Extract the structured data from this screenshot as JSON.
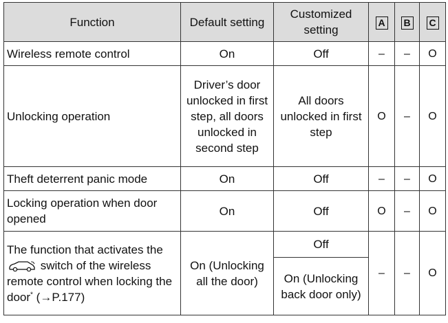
{
  "headers": {
    "function": "Function",
    "default": "Default setting",
    "customized": "Customized setting",
    "a": "A",
    "b": "B",
    "c": "C"
  },
  "rows": [
    {
      "function": "Wireless remote control",
      "default": "On",
      "customized": "Off",
      "a": "–",
      "b": "–",
      "c": "O"
    },
    {
      "function": "Unlocking operation",
      "default": "Driver’s door unlocked in first step, all doors unlocked in second step",
      "customized": "All doors unlocked in first step",
      "a": "O",
      "b": "–",
      "c": "O"
    },
    {
      "function": "Theft deterrent panic mode",
      "default": "On",
      "customized": "Off",
      "a": "–",
      "b": "–",
      "c": "O"
    },
    {
      "function": "Locking operation when door opened",
      "default": "On",
      "customized": "Off",
      "a": "O",
      "b": "–",
      "c": "O"
    }
  ],
  "last_row": {
    "function_pre": "The function that activates the",
    "function_post": "switch of the wireless remote control when locking the door",
    "asterisk": "*",
    "page_ref": "(→P.177)",
    "icon": "car-back-door-icon",
    "default": "On (Unlocking all the door)",
    "customized_1": "Off",
    "customized_2": "On (Unlocking back door only)",
    "a": "–",
    "b": "–",
    "c": "O"
  }
}
